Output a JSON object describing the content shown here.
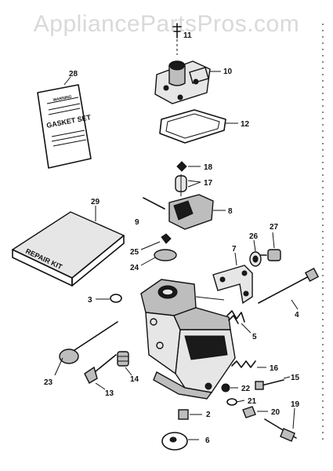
{
  "watermark": "AppliancePartsPros.com",
  "callouts": [
    "2",
    "3",
    "4",
    "5",
    "6",
    "7",
    "8",
    "9",
    "10",
    "11",
    "12",
    "13",
    "14",
    "15",
    "16",
    "17",
    "18",
    "19",
    "20",
    "21",
    "22",
    "23",
    "24",
    "25",
    "26",
    "27",
    "28",
    "29"
  ],
  "packets": {
    "gasket_line1": "WARNING",
    "gasket_line2": "GASKET SET",
    "repair_kit": "REPAIR KIT"
  }
}
